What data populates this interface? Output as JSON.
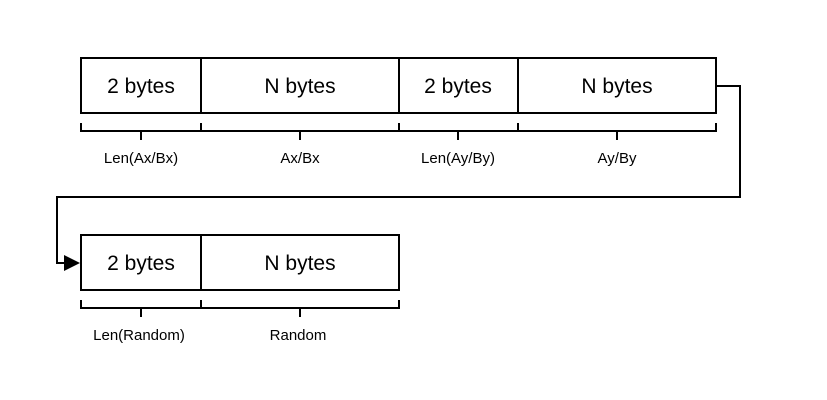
{
  "row1": {
    "fields": [
      {
        "size_label": "2 bytes",
        "name": "Len(Ax/Bx)"
      },
      {
        "size_label": "N bytes",
        "name": "Ax/Bx"
      },
      {
        "size_label": "2 bytes",
        "name": "Len(Ay/By)"
      },
      {
        "size_label": "N bytes",
        "name": "Ay/By"
      }
    ]
  },
  "row2": {
    "fields": [
      {
        "size_label": "2 bytes",
        "name": "Len(Random)"
      },
      {
        "size_label": "N bytes",
        "name": "Random"
      }
    ]
  },
  "colors": {
    "stroke": "#000000",
    "background": "#ffffff"
  }
}
